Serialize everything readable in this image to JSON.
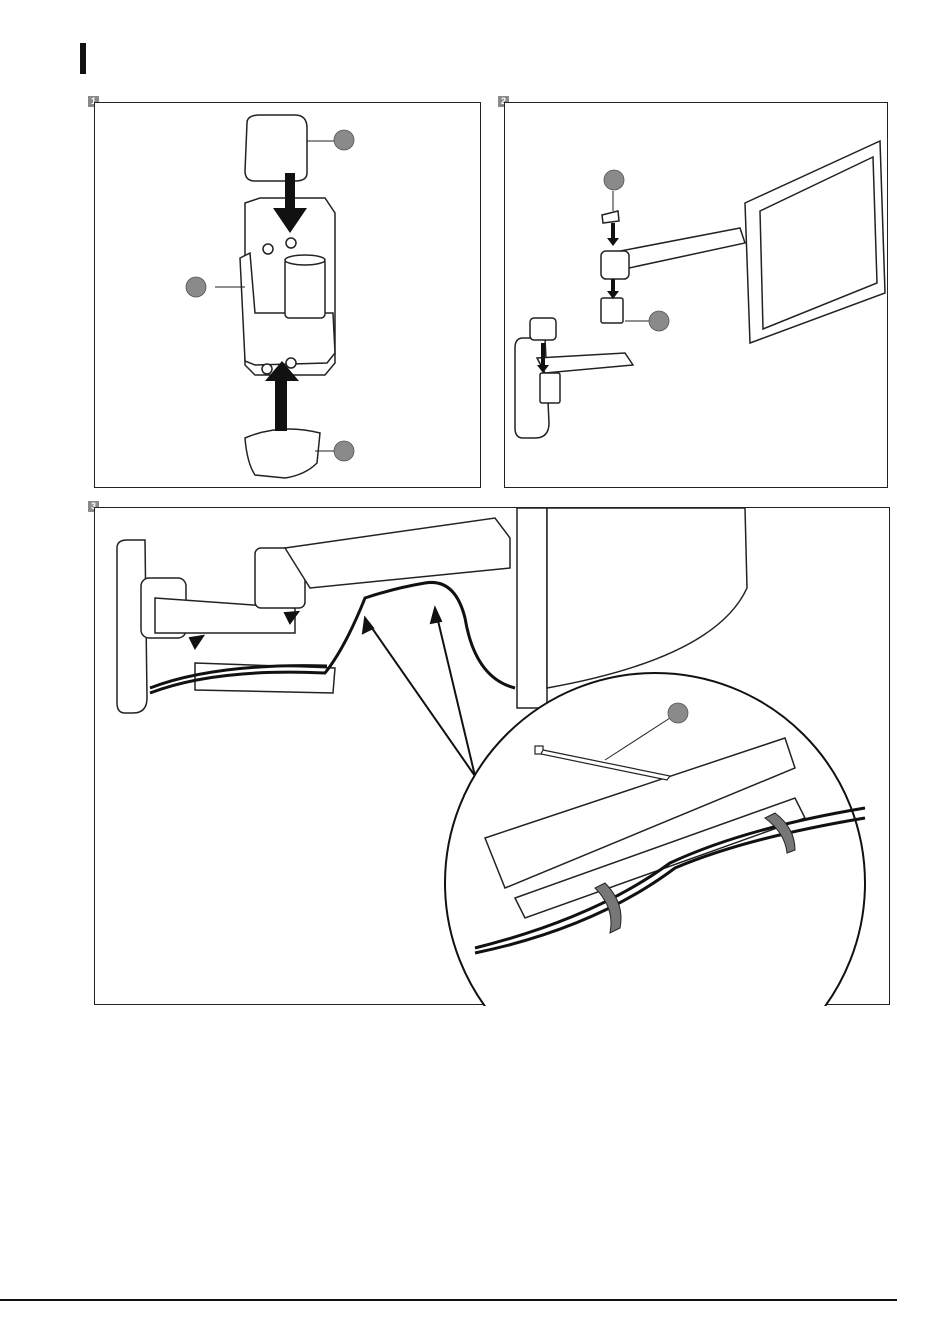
{
  "section_marker": "",
  "panels": [
    {
      "number": "1",
      "callouts": 3
    },
    {
      "number": "2",
      "callouts": 2
    },
    {
      "number": "3",
      "callouts": 1
    }
  ],
  "colors": {
    "line": "#222222",
    "callout": "#8a8a8a",
    "cable": "#111111"
  }
}
